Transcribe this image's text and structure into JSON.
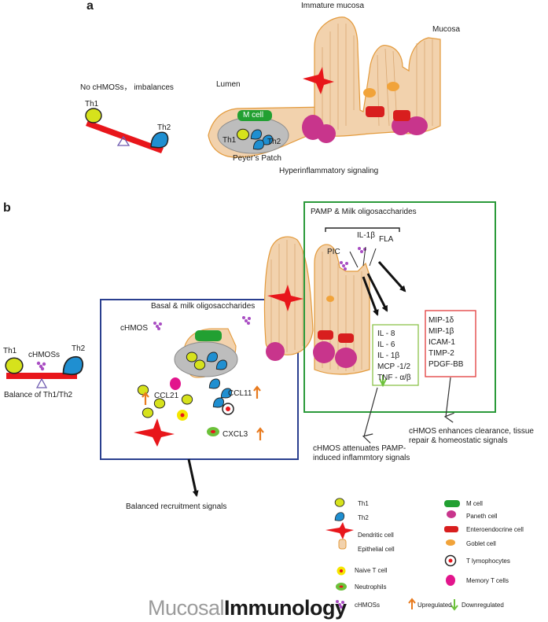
{
  "panel_a": {
    "letter": "a",
    "imbalance_title": "No cHMOSs， imbalances",
    "th1": "Th1",
    "th2": "Th2",
    "lumen": "Lumen",
    "immature_mucosa": "Immature mucosa",
    "mucosa": "Mucosa",
    "m_cell": "M cell",
    "patch_th1": "Th1",
    "patch_th2": "Th2",
    "peyers_patch": "Peyer’s Patch",
    "signaling": "Hyperinflammatory signaling"
  },
  "panel_b": {
    "letter": "b",
    "th1": "Th1",
    "chmoss": "cHMOSs",
    "th2": "Th2",
    "balance": "Balance of Th1/Th2",
    "basal_title": "Basal & milk oligosaccharides",
    "chmos": "cHMOS",
    "ccl21": "CCL21",
    "ccl11": "CCL11",
    "cxcl3": "CXCL3",
    "balanced": "Balanced recruitment signals",
    "pamp_title": "PAMP & Milk oligosaccharides",
    "il1b_top": "IL-1β",
    "pic": "PIC",
    "fla": "FLA",
    "down_list": [
      "IL - 8",
      "IL - 6",
      "IL - 1β",
      "MCP -1/2",
      "TNF - α/β"
    ],
    "up_list": [
      "MIP-1δ",
      "MIP-1β",
      "ICAM-1",
      "TIMP-2",
      "PDGF-BB"
    ],
    "attenuates": [
      "cHMOS attenuates PAMP-",
      "induced inflammtory signals"
    ],
    "enhances": [
      "cHMOS enhances clearance, tissue",
      "repair & homeostatic signals"
    ]
  },
  "legend": {
    "th1": "Th1",
    "th2": "Th2",
    "dendritic": "Dendritic cell",
    "epithelial": "Epithelial cell",
    "naive": "Naive T cell",
    "neutrophils": "Neutrophils",
    "chmoss": "cHMOSs",
    "upregulated": "Upregulated",
    "downregulated": "Downregulated",
    "m_cell": "M cell",
    "paneth": "Paneth cell",
    "enteroendocrine": "Enteroendocrine cell",
    "goblet": "Goblet cell",
    "t_lymph": "T lymophocytes",
    "memory": "Memory T cells"
  },
  "brand": {
    "part1": "Mucosal",
    "part2": "Immunology"
  },
  "colors": {
    "epithelium": "#f2d2ad",
    "epithelium_border": "#e39a3c",
    "th1": "#d6e21c",
    "th2": "#1f8fd1",
    "m_cell": "#22a032",
    "paneth": "#c8358c",
    "enteroendocrine": "#d81e1e",
    "dendritic": "#e8161b",
    "memory": "#e2158c",
    "blue_box": "#2a3f8f",
    "green_box": "#2b9a3a",
    "red_box": "#e23b3b",
    "up_arrow": "#e87a1e",
    "down_arrow": "#6cc13a"
  }
}
